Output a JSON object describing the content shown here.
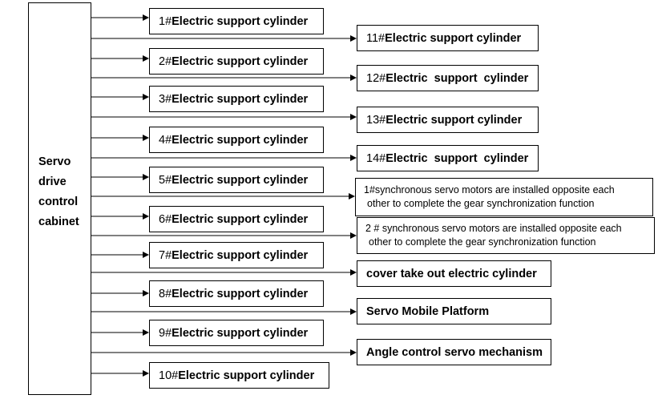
{
  "cabinet": {
    "lines": [
      "Servo",
      "drive",
      "control",
      "cabinet"
    ]
  },
  "left_boxes": [
    {
      "num": "1#",
      "label": "Electric support cylinder"
    },
    {
      "num": "2#",
      "label": "Electric support cylinder"
    },
    {
      "num": "3#",
      "label": "Electric support cylinder"
    },
    {
      "num": "4#",
      "label": "Electric support cylinder"
    },
    {
      "num": "5#",
      "label": "Electric support cylinder"
    },
    {
      "num": "6#",
      "label": "Electric support cylinder"
    },
    {
      "num": "7#",
      "label": "Electric support cylinder"
    },
    {
      "num": "8#",
      "label": "Electric support cylinder"
    },
    {
      "num": "9#",
      "label": "Electric support cylinder"
    },
    {
      "num": "10#",
      "label": "Electric support cylinder"
    }
  ],
  "right_boxes": [
    {
      "num": "11#",
      "label": "Electric support cylinder"
    },
    {
      "num": "12#",
      "label": "Electric  support  cylinder"
    },
    {
      "num": "13#",
      "label": "Electric support cylinder"
    },
    {
      "num": "14#",
      "label": "Electric  support  cylinder"
    }
  ],
  "sync_boxes": [
    {
      "line1": "1#synchronous servo motors are installed opposite each",
      "line2": "other to complete the gear synchronization function"
    },
    {
      "line1": "2 # synchronous servo motors are installed opposite each",
      "line2": "other to complete the gear synchronization function"
    }
  ],
  "other_boxes": [
    {
      "label": "cover take out electric cylinder"
    },
    {
      "label": "Servo Mobile Platform"
    },
    {
      "label": "Angle control servo mechanism"
    }
  ]
}
